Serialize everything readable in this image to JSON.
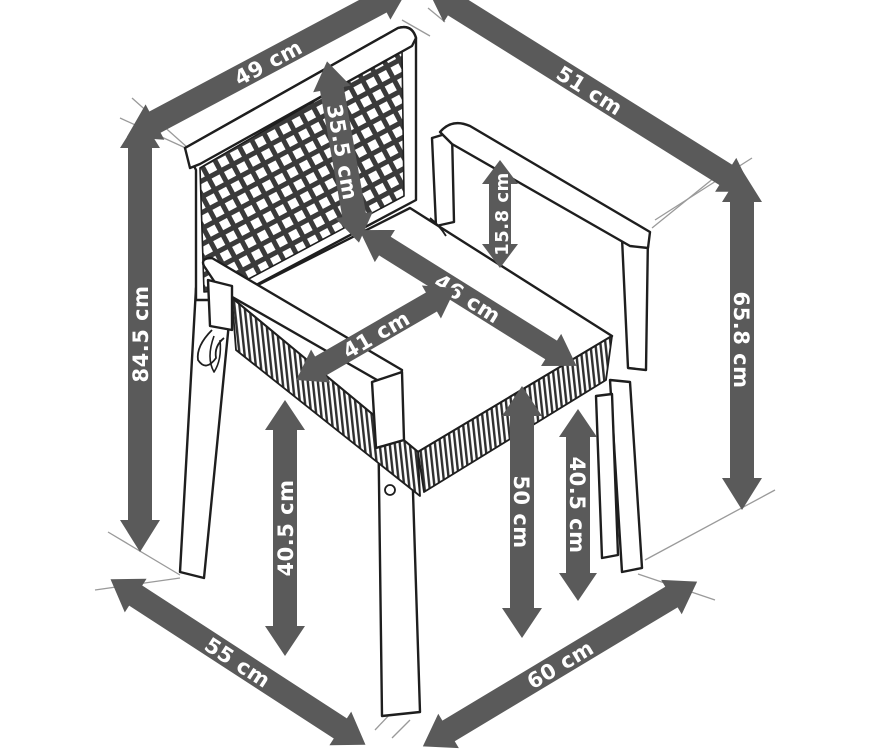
{
  "colors": {
    "arrow_fill": "#5a5a5a",
    "line": "#1e1e1e",
    "guide": "#9a9a9a",
    "label_text": "#ffffff"
  },
  "dimensions": {
    "back_width": "49 cm",
    "overall_depth_top": "51 cm",
    "overall_height": "84.5 cm",
    "arm_height": "65.8 cm",
    "backrest_height": "35.5 cm",
    "arm_rest_height": "15.8 cm",
    "seat_width": "46 cm",
    "seat_depth": "41 cm",
    "leg_height_left": "40.5 cm",
    "seat_height": "50 cm",
    "leg_height_right": "40.5 cm",
    "base_width": "55 cm",
    "base_depth": "60 cm"
  }
}
